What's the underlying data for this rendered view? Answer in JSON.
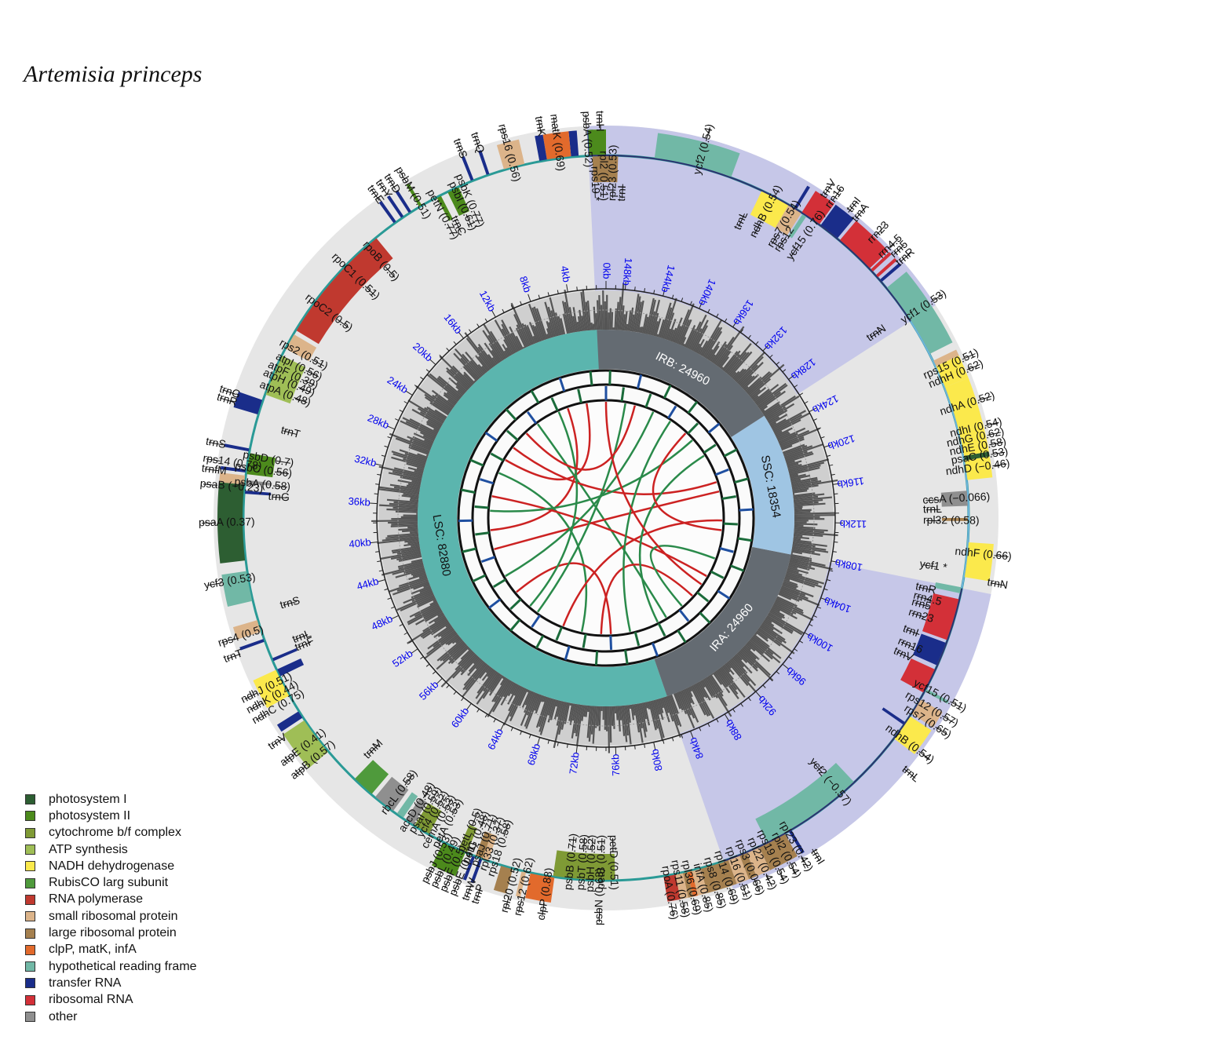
{
  "title": "Artemisia princeps",
  "genome_length": 150000,
  "colors": {
    "photosystem_I": "#2d5e32",
    "photosystem_II": "#4c8a1c",
    "cytochrome": "#7f9a35",
    "atp": "#9fbe56",
    "ndh": "#fbe94c",
    "rubisco": "#4f9a3c",
    "rna_pol": "#c0392f",
    "small_ribo": "#dcb48a",
    "large_ribo": "#a5804f",
    "clpP": "#e26a2c",
    "hypothetical": "#71b8a6",
    "trna": "#1a2d8a",
    "rrna": "#d33038",
    "other": "#8f8f8f"
  },
  "legend": [
    {
      "label": "photosystem I",
      "color": "#2d5e32"
    },
    {
      "label": "photosystem II",
      "color": "#4c8a1c"
    },
    {
      "label": "cytochrome b/f complex",
      "color": "#7f9a35"
    },
    {
      "label": "ATP synthesis",
      "color": "#9fbe56"
    },
    {
      "label": "NADH dehydrogenase",
      "color": "#fbe94c"
    },
    {
      "label": "RubisCO larg subunit",
      "color": "#4f9a3c"
    },
    {
      "label": "RNA polymerase",
      "color": "#c0392f"
    },
    {
      "label": "small ribosomal protein",
      "color": "#dcb48a"
    },
    {
      "label": "large ribosomal protein",
      "color": "#a5804f"
    },
    {
      "label": "clpP, matK, infA",
      "color": "#e26a2c"
    },
    {
      "label": "hypothetical reading frame",
      "color": "#71b8a6"
    },
    {
      "label": "transfer RNA",
      "color": "#1a2d8a"
    },
    {
      "label": "ribosomal RNA",
      "color": "#d33038"
    },
    {
      "label": "other",
      "color": "#8f8f8f"
    }
  ],
  "regions": [
    {
      "label": "LSC: 82880",
      "start": 0,
      "end": 82880,
      "color": "#5bb5ae"
    },
    {
      "label": "IRA: 24960",
      "start": 82880,
      "end": 107840,
      "color": "#646b72"
    },
    {
      "label": "SSC: 18354",
      "start": 107840,
      "end": 126194,
      "color": "#9fc5e3"
    },
    {
      "label": "IRB: 24960",
      "start": 126194,
      "end": 151154,
      "color": "#646b72"
    }
  ],
  "ticks": [
    "0kb",
    "4kb",
    "8kb",
    "12kb",
    "16kb",
    "20kb",
    "24kb",
    "28kb",
    "32kb",
    "36kb",
    "40kb",
    "44kb",
    "48kb",
    "52kb",
    "56kb",
    "60kb",
    "64kb",
    "68kb",
    "72kb",
    "76kb",
    "80kb",
    "84kb",
    "88kb",
    "92kb",
    "96kb",
    "100kb",
    "104kb",
    "108kb",
    "112kb",
    "116kb",
    "120kb",
    "124kb",
    "128kb",
    "132kb",
    "136kb",
    "140kb",
    "144kb",
    "148kb"
  ],
  "outer_labels": [
    {
      "text": "rps14 (0.78)",
      "pos": 34000
    },
    {
      "text": "psaB (−0.23)",
      "pos": 35500
    },
    {
      "text": "psaA (0.37)",
      "pos": 37800
    },
    {
      "text": "ycf3 (0.53)",
      "pos": 41500
    },
    {
      "text": "rps4 (0.5)",
      "pos": 45000
    },
    {
      "text": "trnT",
      "pos": 46000
    },
    {
      "text": "ndhJ (0.51)",
      "pos": 48600
    },
    {
      "text": "ndhK (0.44)",
      "pos": 49300
    },
    {
      "text": "ndhC (0.75)",
      "pos": 50000
    },
    {
      "text": "trnV",
      "pos": 51800
    },
    {
      "text": "atpE (0.41)",
      "pos": 53000
    },
    {
      "text": "atpB (0.57)",
      "pos": 54000
    },
    {
      "text": "psbJ (0.53)",
      "pos": 64000
    },
    {
      "text": "psbL (0.49)",
      "pos": 64600
    },
    {
      "text": "psbF (0.5)",
      "pos": 65200
    },
    {
      "text": "psbE (0.41)",
      "pos": 65800
    },
    {
      "text": "trnW",
      "pos": 66600
    },
    {
      "text": "trnP",
      "pos": 67200
    },
    {
      "text": "rpl20 (0.52)",
      "pos": 69000
    },
    {
      "text": "rps12 (0.62)",
      "pos": 69800
    },
    {
      "text": "clpP (0.88)",
      "pos": 71200
    },
    {
      "text": "psbN (0.63)",
      "pos": 74600
    },
    {
      "text": "rpoA (0.76)",
      "pos": 79000
    },
    {
      "text": "rps11 (0.58)",
      "pos": 79700
    },
    {
      "text": "rpl36 (0.69)",
      "pos": 80400
    },
    {
      "text": "infA (0.85)",
      "pos": 81100
    },
    {
      "text": "rps8 (0.85)",
      "pos": 81900
    },
    {
      "text": "rpl14 (0.69)",
      "pos": 82700
    },
    {
      "text": "rpl16 (0.51)",
      "pos": 83500
    },
    {
      "text": "rps3 (0.066)",
      "pos": 84300
    },
    {
      "text": "rpl22 (0.42)",
      "pos": 85100
    },
    {
      "text": "rps19 (0.54)",
      "pos": 85900
    },
    {
      "text": "rpl2 (0.54)",
      "pos": 86700
    },
    {
      "text": "rpl23 (0.42)",
      "pos": 87500
    },
    {
      "text": "trnI",
      "pos": 88300
    },
    {
      "text": "trnL",
      "pos": 95800
    },
    {
      "text": "ndhB (0.54)",
      "pos": 97200
    },
    {
      "text": "rps7 (0.65)",
      "pos": 99000
    },
    {
      "text": "rps12 (0.57)",
      "pos": 99800
    },
    {
      "text": "ycf15 (0.51)",
      "pos": 100800
    },
    {
      "text": "trnN",
      "pos": 108500
    },
    {
      "text": "ndhF (0.66)",
      "pos": 110200
    },
    {
      "text": "ycf1 (0.53)",
      "pos": 126500
    },
    {
      "text": "rps15 (0.51)",
      "pos": 122500
    },
    {
      "text": "ndhH (0.62)",
      "pos": 121800
    },
    {
      "text": "ndhA (0.52)",
      "pos": 119800
    },
    {
      "text": "ndhI (0.54)",
      "pos": 118200
    },
    {
      "text": "ndhG (0.62)",
      "pos": 117600
    },
    {
      "text": "ndhE (0.58)",
      "pos": 117000
    },
    {
      "text": "psaC (0.53)",
      "pos": 116400
    },
    {
      "text": "ndhD (−0.46)",
      "pos": 115700
    },
    {
      "text": "trnV",
      "pos": 135800
    },
    {
      "text": "rrn16",
      "pos": 135200
    },
    {
      "text": "trnI",
      "pos": 134000
    },
    {
      "text": "trnA",
      "pos": 133400
    },
    {
      "text": "rrn23",
      "pos": 131800
    },
    {
      "text": "rrn4.5",
      "pos": 130700
    },
    {
      "text": "rrn5",
      "pos": 130200
    },
    {
      "text": "trnR",
      "pos": 129600
    },
    {
      "text": "ycf2 (0.54)",
      "pos": 143800
    },
    {
      "text": "trnH",
      "pos": 150400
    },
    {
      "text": "psbA (0.52)",
      "pos": 1200
    },
    {
      "text": "matK (0.69)",
      "pos": 3100
    },
    {
      "text": "trnK",
      "pos": 4000
    },
    {
      "text": "rps16 (0.56)",
      "pos": 6200
    },
    {
      "text": "trnQ",
      "pos": 7900
    },
    {
      "text": "trnS",
      "pos": 9000
    },
    {
      "text": "psbM (0.51)",
      "pos": 12800
    },
    {
      "text": "trnD",
      "pos": 13600
    },
    {
      "text": "trnY",
      "pos": 14200
    },
    {
      "text": "trnE",
      "pos": 14800
    },
    {
      "text": "trnG",
      "pos": 29800
    },
    {
      "text": "trnR",
      "pos": 30300
    },
    {
      "text": "trnS",
      "pos": 33000
    },
    {
      "text": "trnfM",
      "pos": 34600
    }
  ],
  "inner_labels": [
    {
      "text": "rps19 *",
      "pos": 150800
    },
    {
      "text": "rpl2 (0.51)",
      "pos": 150200
    },
    {
      "text": "rpl23 (0.53)",
      "pos": 149500
    },
    {
      "text": "trnI",
      "pos": 148800
    },
    {
      "text": "trnL",
      "pos": 139800
    },
    {
      "text": "ndhB (0.54)",
      "pos": 138500
    },
    {
      "text": "rps7 (0.54)",
      "pos": 137000
    },
    {
      "text": "rps12",
      "pos": 136400
    },
    {
      "text": "ycf15 (0.76)",
      "pos": 135300
    },
    {
      "text": "trnN",
      "pos": 126800
    },
    {
      "text": "ccsA (−0.066)",
      "pos": 113800
    },
    {
      "text": "trnL",
      "pos": 113100
    },
    {
      "text": "rpl32 (0.58)",
      "pos": 112300
    },
    {
      "text": "ycf1 *",
      "pos": 109000
    },
    {
      "text": "trnR",
      "pos": 107300
    },
    {
      "text": "rrn4.5",
      "pos": 106600
    },
    {
      "text": "rrn5",
      "pos": 106100
    },
    {
      "text": "rrn23",
      "pos": 105300
    },
    {
      "text": "trnI",
      "pos": 104000
    },
    {
      "text": "rrn16",
      "pos": 103000
    },
    {
      "text": "trnV",
      "pos": 102200
    },
    {
      "text": "ycf2 (−0.57)",
      "pos": 91800
    },
    {
      "text": "rbcL (0.58)",
      "pos": 59600
    },
    {
      "text": "accD (0.48)",
      "pos": 61200
    },
    {
      "text": "psaI (0.59)",
      "pos": 61800
    },
    {
      "text": "ycf4 (0.52)",
      "pos": 62400
    },
    {
      "text": "cemA (0.53)",
      "pos": 63000
    },
    {
      "text": "petA (0.53)",
      "pos": 63600
    },
    {
      "text": "petL (0.5)",
      "pos": 65200
    },
    {
      "text": "petG (0.48)",
      "pos": 65800
    },
    {
      "text": "psaJ (0.71)",
      "pos": 66400
    },
    {
      "text": "rpl33 (0.37)",
      "pos": 67000
    },
    {
      "text": "rps18 (0.58)",
      "pos": 67600
    },
    {
      "text": "psbB (0.71)",
      "pos": 72600
    },
    {
      "text": "psbT (0.58)",
      "pos": 73400
    },
    {
      "text": "psbH (0.52)",
      "pos": 74000
    },
    {
      "text": "petB (0.51)",
      "pos": 74700
    },
    {
      "text": "petD (0.51)",
      "pos": 75500
    },
    {
      "text": "trnM",
      "pos": 56200
    },
    {
      "text": "trnF",
      "pos": 47000
    },
    {
      "text": "trnL",
      "pos": 46400
    },
    {
      "text": "trnS",
      "pos": 43800
    },
    {
      "text": "trnG",
      "pos": 36000
    },
    {
      "text": "psbA (0.58)",
      "pos": 35200
    },
    {
      "text": "psbC (0.56)",
      "pos": 34200
    },
    {
      "text": "psbD (0.7)",
      "pos": 33400
    },
    {
      "text": "trnT",
      "pos": 31200
    },
    {
      "text": "atpA (0.48)",
      "pos": 28700
    },
    {
      "text": "atpH (0.49)",
      "pos": 27900
    },
    {
      "text": "atpF (0.39)",
      "pos": 27300
    },
    {
      "text": "atpI (0.56)",
      "pos": 26600
    },
    {
      "text": "rps2 (0.51)",
      "pos": 25700
    },
    {
      "text": "rpoC2 (0.5)",
      "pos": 22300
    },
    {
      "text": "rpoC1 (0.51)",
      "pos": 19200
    },
    {
      "text": "rpoB (0.5)",
      "pos": 17200
    },
    {
      "text": "petN (0.77)",
      "pos": 11800
    },
    {
      "text": "trnC",
      "pos": 11200
    },
    {
      "text": "psbI (0.61)",
      "pos": 10300
    },
    {
      "text": "psbK (0.77)",
      "pos": 9700
    }
  ],
  "outer_genes": [
    {
      "start": 150800,
      "end": 151154,
      "cat": "trna"
    },
    {
      "start": 0,
      "end": 1100,
      "cat": "photosystem_II"
    },
    {
      "start": 1800,
      "end": 2300,
      "cat": "trna"
    },
    {
      "start": 2300,
      "end": 3900,
      "cat": "clpP"
    },
    {
      "start": 3900,
      "end": 4400,
      "cat": "trna"
    },
    {
      "start": 5400,
      "end": 6800,
      "cat": "small_ribo"
    },
    {
      "start": 7800,
      "end": 8000,
      "cat": "trna"
    },
    {
      "start": 8900,
      "end": 9100,
      "cat": "trna"
    },
    {
      "start": 12700,
      "end": 12900,
      "cat": "photosystem_II"
    },
    {
      "start": 13500,
      "end": 13700,
      "cat": "trna"
    },
    {
      "start": 14100,
      "end": 14300,
      "cat": "trna"
    },
    {
      "start": 14700,
      "end": 14900,
      "cat": "trna"
    },
    {
      "start": 29600,
      "end": 30600,
      "cat": "trna"
    },
    {
      "start": 32900,
      "end": 33100,
      "cat": "trna"
    },
    {
      "start": 34300,
      "end": 34500,
      "cat": "trna"
    },
    {
      "start": 34700,
      "end": 35300,
      "cat": "small_ribo"
    },
    {
      "start": 35300,
      "end": 40300,
      "cat": "photosystem_I"
    },
    {
      "start": 41000,
      "end": 43000,
      "cat": "hypothetical"
    },
    {
      "start": 44300,
      "end": 45100,
      "cat": "small_ribo"
    },
    {
      "start": 45600,
      "end": 45800,
      "cat": "trna"
    },
    {
      "start": 47800,
      "end": 49700,
      "cat": "ndh"
    },
    {
      "start": 50900,
      "end": 51400,
      "cat": "trna"
    },
    {
      "start": 51600,
      "end": 54200,
      "cat": "atp"
    },
    {
      "start": 63900,
      "end": 65500,
      "cat": "photosystem_II"
    },
    {
      "start": 66000,
      "end": 66200,
      "cat": "trna"
    },
    {
      "start": 66500,
      "end": 66700,
      "cat": "trna"
    },
    {
      "start": 68000,
      "end": 68800,
      "cat": "large_ribo"
    },
    {
      "start": 69400,
      "end": 69700,
      "cat": "small_ribo"
    },
    {
      "start": 70000,
      "end": 71600,
      "cat": "clpP"
    },
    {
      "start": 78800,
      "end": 79600,
      "cat": "rna_pol"
    },
    {
      "start": 79600,
      "end": 80100,
      "cat": "small_ribo"
    },
    {
      "start": 80100,
      "end": 80400,
      "cat": "large_ribo"
    },
    {
      "start": 80400,
      "end": 80700,
      "cat": "clpP"
    },
    {
      "start": 80700,
      "end": 81300,
      "cat": "small_ribo"
    },
    {
      "start": 81300,
      "end": 82000,
      "cat": "large_ribo"
    },
    {
      "start": 82000,
      "end": 83200,
      "cat": "large_ribo"
    },
    {
      "start": 83200,
      "end": 84000,
      "cat": "small_ribo"
    },
    {
      "start": 84000,
      "end": 84500,
      "cat": "large_ribo"
    },
    {
      "start": 84500,
      "end": 85400,
      "cat": "small_ribo"
    },
    {
      "start": 85400,
      "end": 86800,
      "cat": "large_ribo"
    },
    {
      "start": 86800,
      "end": 87300,
      "cat": "large_ribo"
    },
    {
      "start": 87600,
      "end": 87800,
      "cat": "trna"
    },
    {
      "start": 96900,
      "end": 98700,
      "cat": "ndh"
    },
    {
      "start": 98900,
      "end": 100000,
      "cat": "small_ribo"
    },
    {
      "start": 100600,
      "end": 100800,
      "cat": "hypothetical"
    },
    {
      "start": 108600,
      "end": 110900,
      "cat": "ndh"
    },
    {
      "start": 115000,
      "end": 116300,
      "cat": "ndh"
    },
    {
      "start": 116300,
      "end": 116600,
      "cat": "photosystem_I"
    },
    {
      "start": 116600,
      "end": 117200,
      "cat": "ndh"
    },
    {
      "start": 117200,
      "end": 117800,
      "cat": "ndh"
    },
    {
      "start": 117800,
      "end": 118300,
      "cat": "ndh"
    },
    {
      "start": 118300,
      "end": 121300,
      "cat": "ndh"
    },
    {
      "start": 121300,
      "end": 122800,
      "cat": "ndh"
    },
    {
      "start": 122800,
      "end": 123200,
      "cat": "small_ribo"
    },
    {
      "start": 123700,
      "end": 128900,
      "cat": "hypothetical"
    },
    {
      "start": 129400,
      "end": 129600,
      "cat": "trna"
    },
    {
      "start": 129800,
      "end": 130000,
      "cat": "rrna"
    },
    {
      "start": 130300,
      "end": 130500,
      "cat": "rrna"
    },
    {
      "start": 130600,
      "end": 133300,
      "cat": "rrna"
    },
    {
      "start": 133500,
      "end": 134900,
      "cat": "trna"
    },
    {
      "start": 135000,
      "end": 136400,
      "cat": "rrna"
    },
    {
      "start": 136800,
      "end": 137000,
      "cat": "trna"
    },
    {
      "start": 141600,
      "end": 146800,
      "cat": "hypothetical"
    }
  ],
  "inner_genes": [
    {
      "start": 149200,
      "end": 150900,
      "cat": "large_ribo"
    },
    {
      "start": 136000,
      "end": 136300,
      "cat": "hypothetical"
    },
    {
      "start": 136400,
      "end": 137400,
      "cat": "small_ribo"
    },
    {
      "start": 137400,
      "end": 139400,
      "cat": "ndh"
    },
    {
      "start": 112300,
      "end": 112500,
      "cat": "large_ribo"
    },
    {
      "start": 113300,
      "end": 114300,
      "cat": "other"
    },
    {
      "start": 107500,
      "end": 107900,
      "cat": "hypothetical"
    },
    {
      "start": 86000,
      "end": 93000,
      "cat": "hypothetical"
    },
    {
      "start": 98000,
      "end": 98200,
      "cat": "trna"
    },
    {
      "start": 100500,
      "end": 102200,
      "cat": "rrna"
    },
    {
      "start": 102500,
      "end": 104100,
      "cat": "trna"
    },
    {
      "start": 104300,
      "end": 107100,
      "cat": "rrna"
    },
    {
      "start": 56700,
      "end": 58200,
      "cat": "rubisco"
    },
    {
      "start": 58500,
      "end": 60000,
      "cat": "other"
    },
    {
      "start": 60300,
      "end": 60800,
      "cat": "hypothetical"
    },
    {
      "start": 61000,
      "end": 61600,
      "cat": "other"
    },
    {
      "start": 61700,
      "end": 62800,
      "cat": "cytochrome"
    },
    {
      "start": 65000,
      "end": 65600,
      "cat": "cytochrome"
    },
    {
      "start": 66200,
      "end": 66700,
      "cat": "large_ribo"
    },
    {
      "start": 66700,
      "end": 67100,
      "cat": "small_ribo"
    },
    {
      "start": 71500,
      "end": 75600,
      "cat": "cytochrome"
    },
    {
      "start": 47000,
      "end": 47200,
      "cat": "trna"
    },
    {
      "start": 47800,
      "end": 48300,
      "cat": "trna"
    },
    {
      "start": 33200,
      "end": 34600,
      "cat": "photosystem_II"
    },
    {
      "start": 35000,
      "end": 35200,
      "cat": "other"
    },
    {
      "start": 35700,
      "end": 35900,
      "cat": "trna"
    },
    {
      "start": 26400,
      "end": 29200,
      "cat": "atp"
    },
    {
      "start": 24800,
      "end": 25900,
      "cat": "small_ribo"
    },
    {
      "start": 16400,
      "end": 24500,
      "cat": "rna_pol"
    },
    {
      "start": 11300,
      "end": 11600,
      "cat": "photosystem_II"
    },
    {
      "start": 10000,
      "end": 10800,
      "cat": "photosystem_II"
    }
  ],
  "links": [
    {
      "a": 4000,
      "b": 25000,
      "color": "red"
    },
    {
      "a": 8000,
      "b": 40000,
      "color": "red"
    },
    {
      "a": 15000,
      "b": 88000,
      "color": "green"
    },
    {
      "a": 22000,
      "b": 120000,
      "color": "red"
    },
    {
      "a": 28000,
      "b": 70000,
      "color": "green"
    },
    {
      "a": 33000,
      "b": 100000,
      "color": "red"
    },
    {
      "a": 36000,
      "b": 130000,
      "color": "green"
    },
    {
      "a": 44000,
      "b": 118000,
      "color": "red"
    },
    {
      "a": 50000,
      "b": 140000,
      "color": "green"
    },
    {
      "a": 54000,
      "b": 76000,
      "color": "red"
    },
    {
      "a": 60000,
      "b": 146000,
      "color": "green"
    },
    {
      "a": 66000,
      "b": 112000,
      "color": "red"
    },
    {
      "a": 74000,
      "b": 95000,
      "color": "red"
    },
    {
      "a": 80000,
      "b": 136000,
      "color": "green"
    },
    {
      "a": 92000,
      "b": 104000,
      "color": "green"
    },
    {
      "a": 10000,
      "b": 58000,
      "color": "green"
    },
    {
      "a": 18000,
      "b": 144000,
      "color": "red"
    },
    {
      "a": 86000,
      "b": 126000,
      "color": "green"
    },
    {
      "a": 98000,
      "b": 150000,
      "color": "red"
    },
    {
      "a": 110000,
      "b": 132000,
      "color": "red"
    }
  ]
}
